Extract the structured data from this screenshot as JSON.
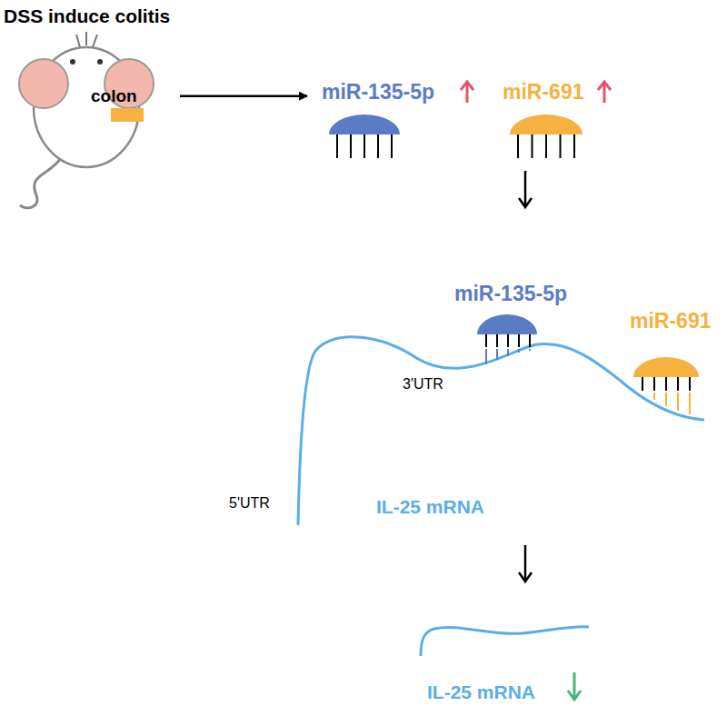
{
  "diagram": {
    "title": "DSS induce colitis",
    "nodes": [
      {
        "text": [
          "colon"
        ]
      },
      {
        "text": [
          "miR-135-5p"
        ]
      },
      {
        "text": [
          "miR-691"
        ]
      }
    ],
    "edges": [
      {
        "from": 0,
        "to": 1,
        "arrow": "to"
      }
    ],
    "labels": [
      "miR-135-5p",
      "3'UTR",
      "miR-691",
      "5'UTR",
      "IL-25 mRNA",
      "IL-25 mRNA"
    ]
  }
}
